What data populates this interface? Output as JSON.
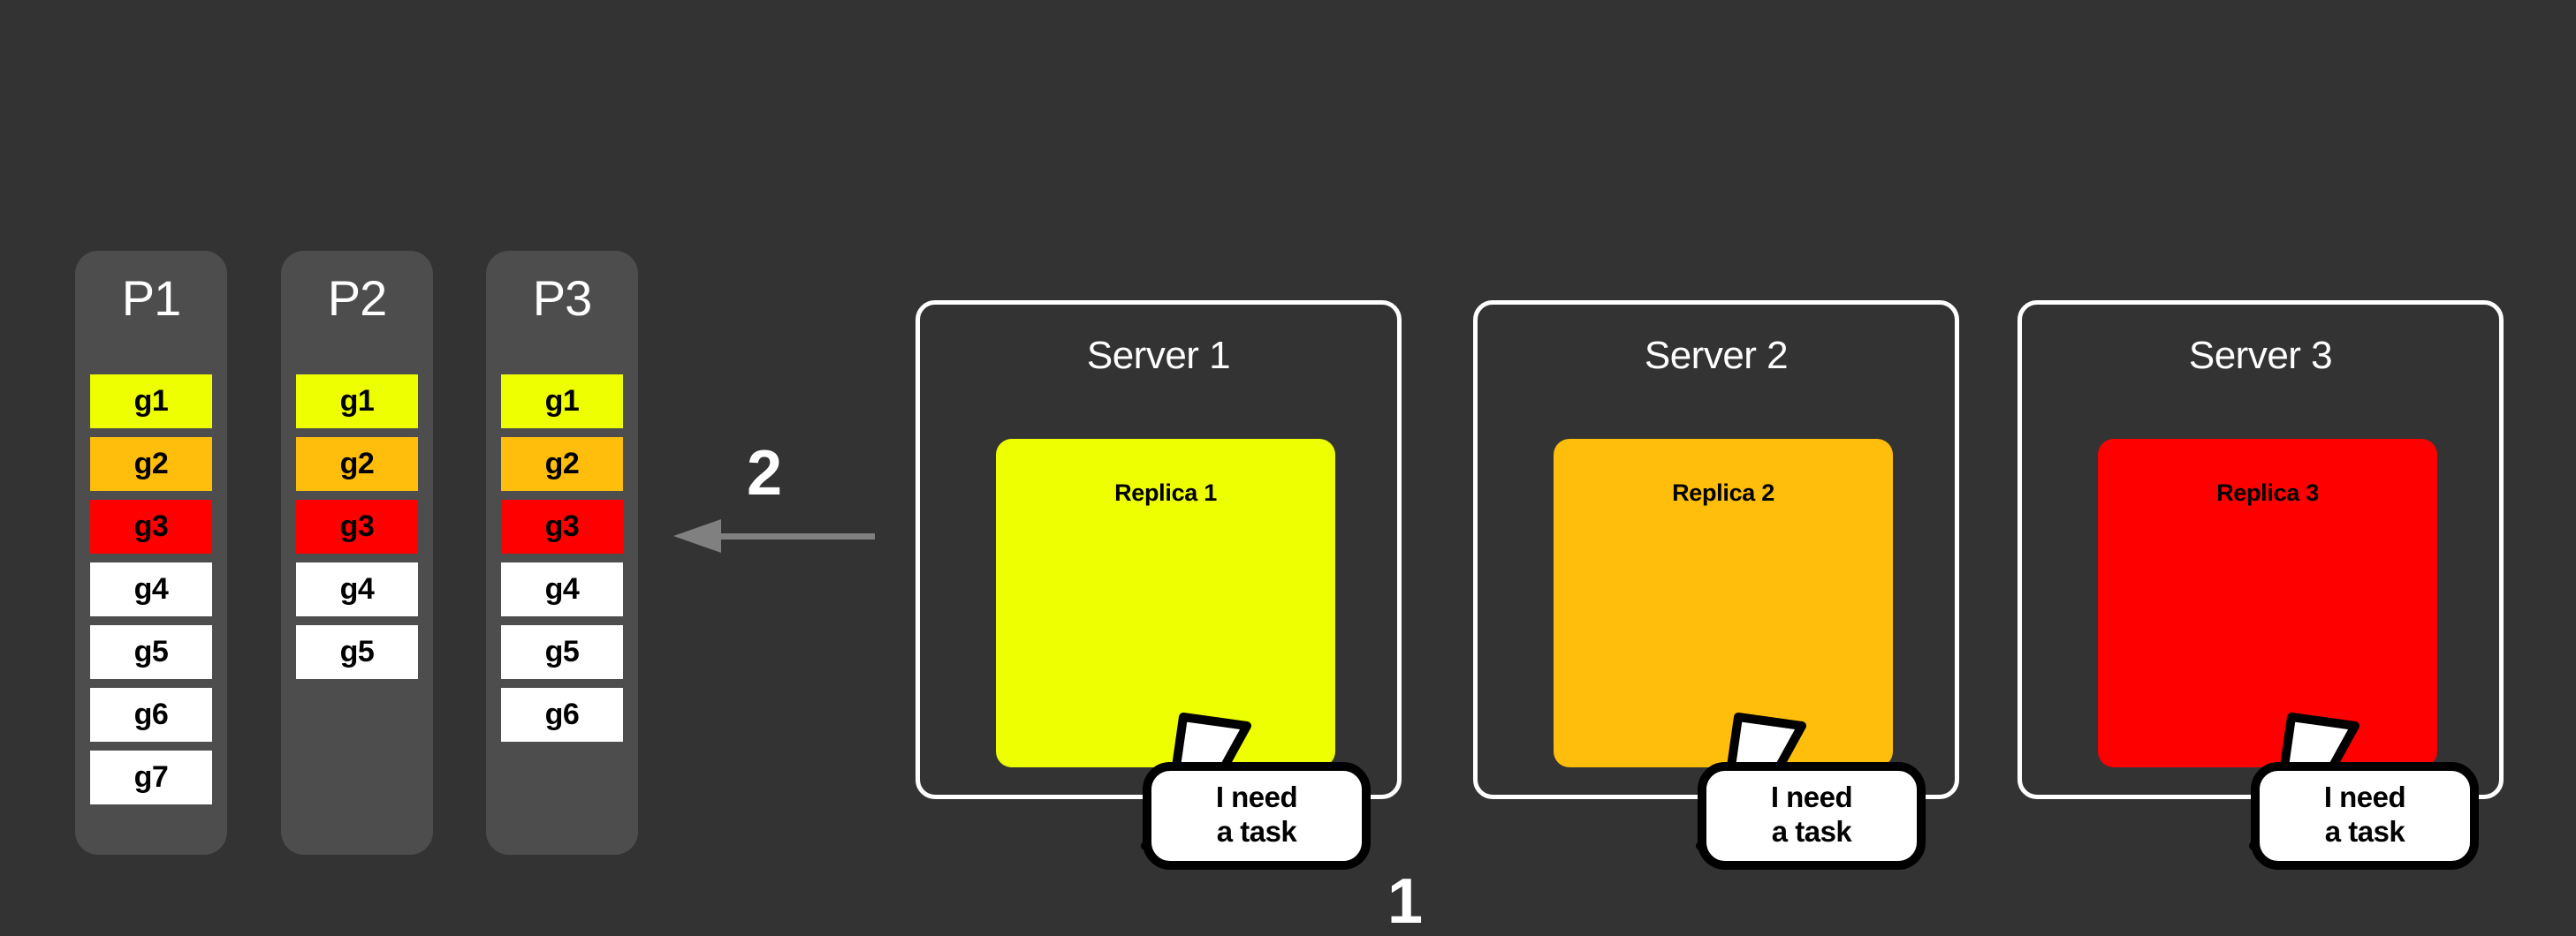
{
  "background_color": "#333333",
  "palette": {
    "panel_gray": "#4d4d4d",
    "yellow": "#edff00",
    "orange": "#ffbe0b",
    "red": "#ff0000",
    "white": "#ffffff",
    "arrow_gray": "#808080",
    "text_dark": "#000000"
  },
  "partitions": [
    {
      "id": "p1",
      "title": "P1",
      "slots": [
        {
          "label": "g1",
          "color": "#edff00"
        },
        {
          "label": "g2",
          "color": "#ffbe0b"
        },
        {
          "label": "g3",
          "color": "#ff0000"
        },
        {
          "label": "g4",
          "color": "#ffffff"
        },
        {
          "label": "g5",
          "color": "#ffffff"
        },
        {
          "label": "g6",
          "color": "#ffffff"
        },
        {
          "label": "g7",
          "color": "#ffffff"
        }
      ]
    },
    {
      "id": "p2",
      "title": "P2",
      "slots": [
        {
          "label": "g1",
          "color": "#edff00"
        },
        {
          "label": "g2",
          "color": "#ffbe0b"
        },
        {
          "label": "g3",
          "color": "#ff0000"
        },
        {
          "label": "g4",
          "color": "#ffffff"
        },
        {
          "label": "g5",
          "color": "#ffffff"
        }
      ]
    },
    {
      "id": "p3",
      "title": "P3",
      "slots": [
        {
          "label": "g1",
          "color": "#edff00"
        },
        {
          "label": "g2",
          "color": "#ffbe0b"
        },
        {
          "label": "g3",
          "color": "#ff0000"
        },
        {
          "label": "g4",
          "color": "#ffffff"
        },
        {
          "label": "g5",
          "color": "#ffffff"
        },
        {
          "label": "g6",
          "color": "#ffffff"
        }
      ]
    }
  ],
  "steps": {
    "step_one_label": "1",
    "step_two_label": "2"
  },
  "arrow": {
    "direction": "left",
    "color": "#808080"
  },
  "servers": [
    {
      "id": "server1",
      "title": "Server 1",
      "replica_label": "Replica 1",
      "replica_color": "#edff00",
      "bubble_line1": "I need",
      "bubble_line2": "a task"
    },
    {
      "id": "server2",
      "title": "Server 2",
      "replica_label": "Replica 2",
      "replica_color": "#ffbe0b",
      "bubble_line1": "I need",
      "bubble_line2": "a task"
    },
    {
      "id": "server3",
      "title": "Server 3",
      "replica_label": "Replica 3",
      "replica_color": "#ff0000",
      "bubble_line1": "I need",
      "bubble_line2": "a task"
    }
  ]
}
